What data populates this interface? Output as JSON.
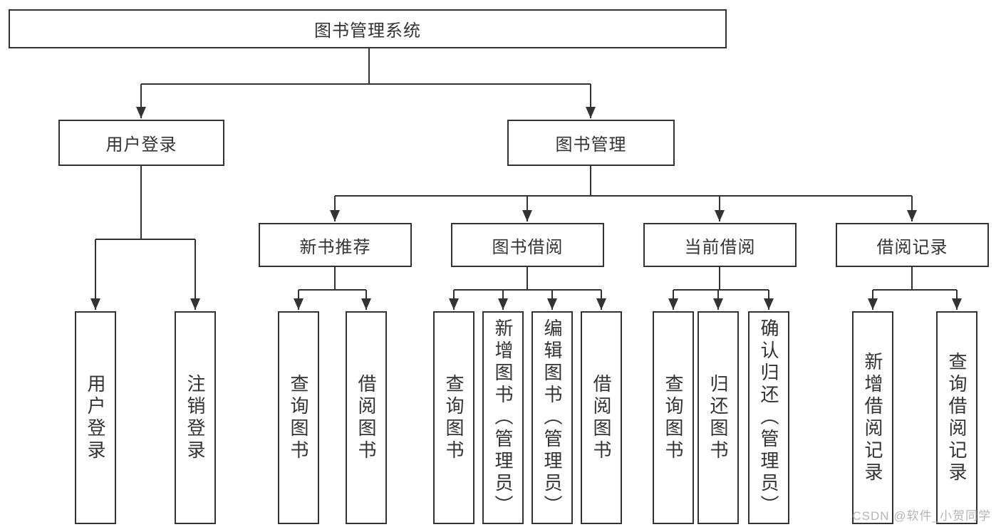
{
  "root": {
    "label": "图书管理系统"
  },
  "level2": [
    {
      "label": "用户登录"
    },
    {
      "label": "图书管理"
    }
  ],
  "level3": [
    {
      "label": "新书推荐"
    },
    {
      "label": "图书借阅"
    },
    {
      "label": "当前借阅"
    },
    {
      "label": "借阅记录"
    }
  ],
  "leaves": {
    "user_login": [
      {
        "label": "用户登录"
      },
      {
        "label": "注销登录"
      }
    ],
    "new_book_rec": [
      {
        "label": "查询图书"
      },
      {
        "label": "借阅图书"
      }
    ],
    "book_borrow": [
      {
        "label": "查询图书"
      },
      {
        "label": "新增图书（管理员）"
      },
      {
        "label": "编辑图书（管理员）"
      },
      {
        "label": "借阅图书"
      }
    ],
    "current_borrow": [
      {
        "label": "查询图书"
      },
      {
        "label": "归还图书"
      },
      {
        "label": "确认归还（管理员）"
      }
    ],
    "borrow_records": [
      {
        "label": "新增借阅记录"
      },
      {
        "label": "查询借阅记录"
      }
    ]
  },
  "watermark": "CSDN @软件_小贺同学",
  "colors": {
    "line": "#333333",
    "text": "#333333",
    "box_fill": "#ffffff",
    "watermark": "#b8b3b3"
  }
}
